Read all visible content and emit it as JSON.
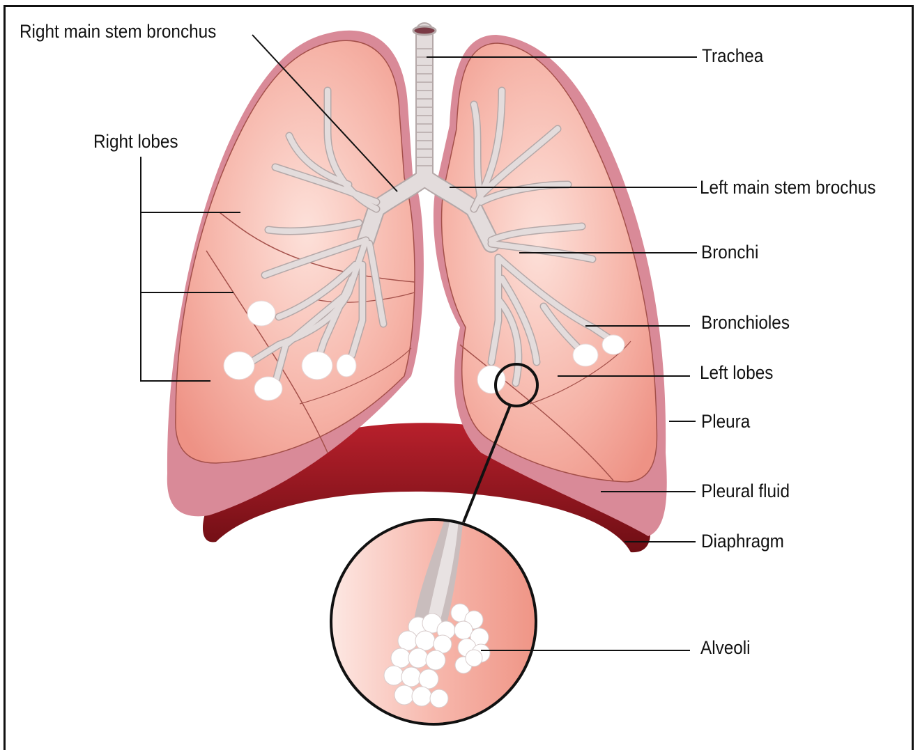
{
  "labels": {
    "right_main_stem_bronchus": "Right main stem bronchus",
    "right_lobes": "Right lobes",
    "trachea": "Trachea",
    "left_main_stem_brochus": "Left main stem brochus",
    "bronchi": "Bronchi",
    "bronchioles": "Bronchioles",
    "left_lobes": "Left lobes",
    "pleura": "Pleura",
    "pleural_fluid": "Pleural fluid",
    "diaphragm": "Diaphragm",
    "alveoli": "Alveoli"
  },
  "colors": {
    "pleura": "#d98a98",
    "lung": "#f2a79a",
    "lung_light": "#fbd7cf",
    "lobe_outline": "#a4504a",
    "airway": "#e3dcdc",
    "airway_outline": "#b4a8a8",
    "diaphragm": "#a31a24",
    "diaphragm_dark": "#6e0e14",
    "alveoli": "#ffffff",
    "leader_line": "#111111"
  }
}
